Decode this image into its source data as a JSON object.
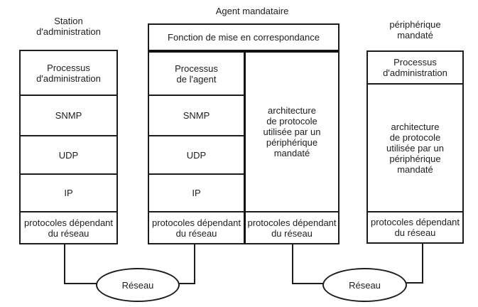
{
  "diagram": {
    "station": {
      "title": "Station\nd'administration",
      "cells": [
        "Processus\nd'administration",
        "SNMP",
        "UDP",
        "IP",
        "protocoles dépendant\ndu réseau"
      ]
    },
    "agent": {
      "title": "Agent mandataire",
      "mapping_function": "Fonction de mise en correspondance",
      "left_stack": [
        "Processus\nde l'agent",
        "SNMP",
        "UDP",
        "IP",
        "protocoles dépendant\ndu réseau"
      ],
      "right_stack": [
        "architecture\nde protocole\nutilisée par un\npériphérique\nmandaté",
        "protocoles dépendant\ndu réseau"
      ]
    },
    "device": {
      "title": "périphérique\nmandaté",
      "cells": [
        "Processus\nd'administration",
        "architecture\nde protocole\nutilisée par un\npériphérique\nmandaté",
        "protocoles dépendant\ndu réseau"
      ]
    },
    "network": {
      "left_label": "Réseau",
      "right_label": "Réseau"
    }
  },
  "colors": {
    "line": "#1d1d1d",
    "text": "#1d1d1d",
    "background": "#ffffff"
  }
}
